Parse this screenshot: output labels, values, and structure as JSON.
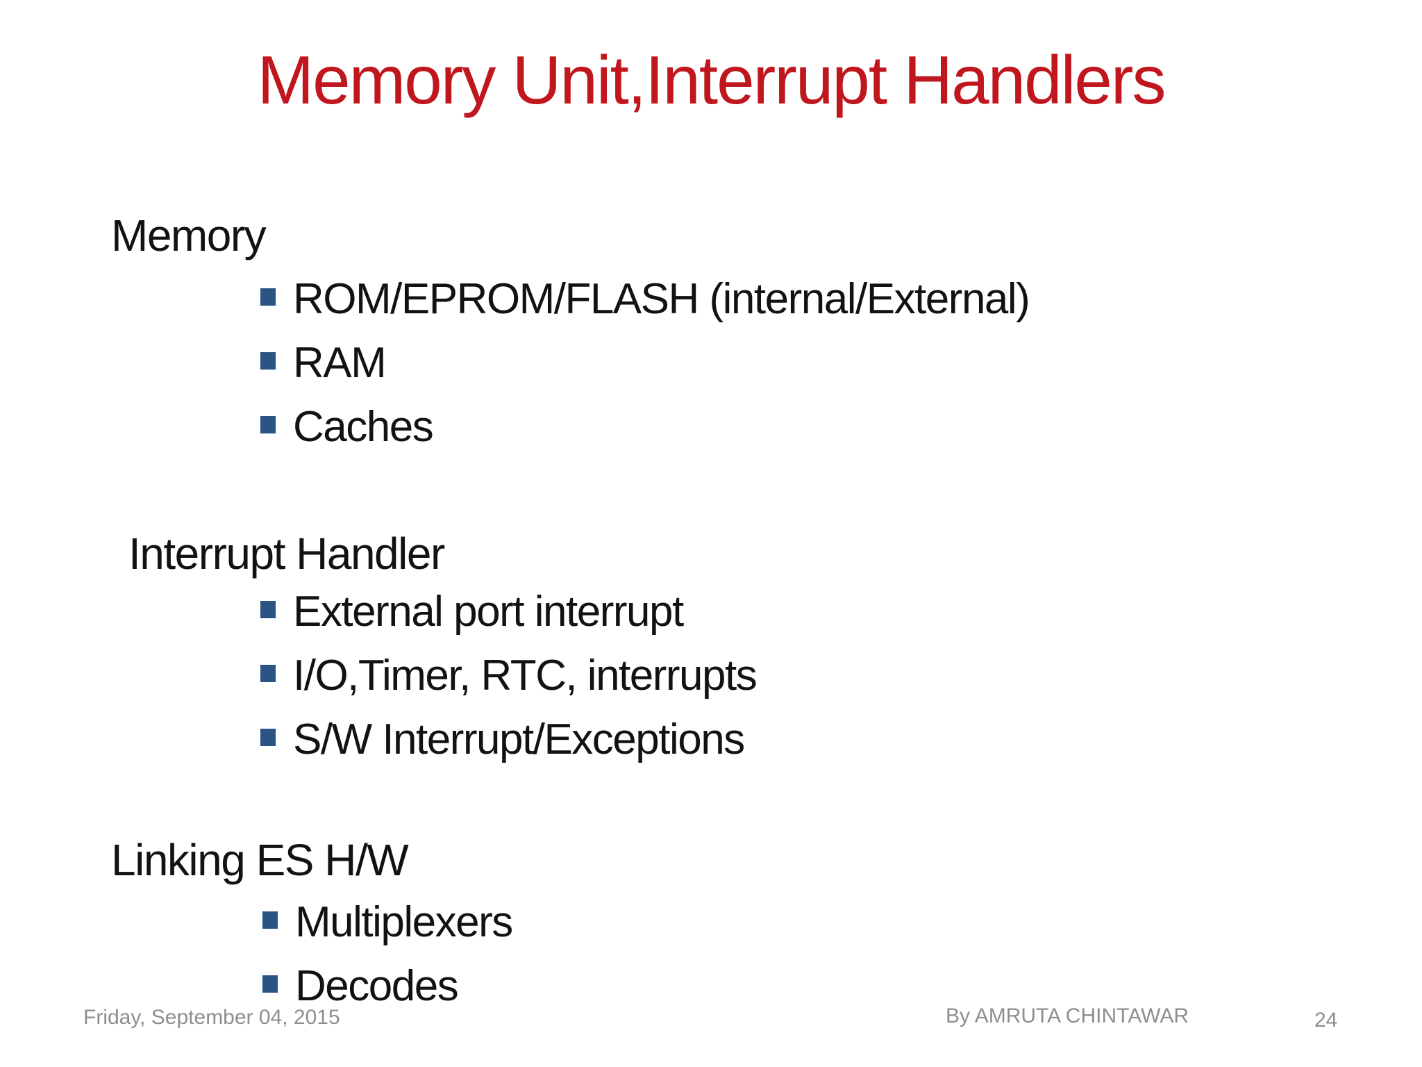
{
  "slide": {
    "title": "Memory Unit,Interrupt Handlers",
    "sections": [
      {
        "heading": "Memory",
        "bullets": [
          "ROM/EPROM/FLASH (internal/External)",
          "RAM",
          "Caches"
        ]
      },
      {
        "heading": "Interrupt Handler",
        "bullets": [
          "External port interrupt",
          "I/O,Timer, RTC, interrupts",
          "S/W Interrupt/Exceptions"
        ]
      },
      {
        "heading": "Linking ES H/W",
        "bullets": [
          "Multiplexers",
          "Decodes"
        ]
      }
    ],
    "footer": {
      "date": "Friday, September 04, 2015",
      "author": "By AMRUTA CHINTAWAR",
      "page_number": "24"
    },
    "colors": {
      "title_red": "#C0161E",
      "body_text": "#121212",
      "bullet_marker_blue": "#2A5582",
      "footer_gray": "#8E8E8E",
      "background": "#FFFFFF"
    }
  }
}
